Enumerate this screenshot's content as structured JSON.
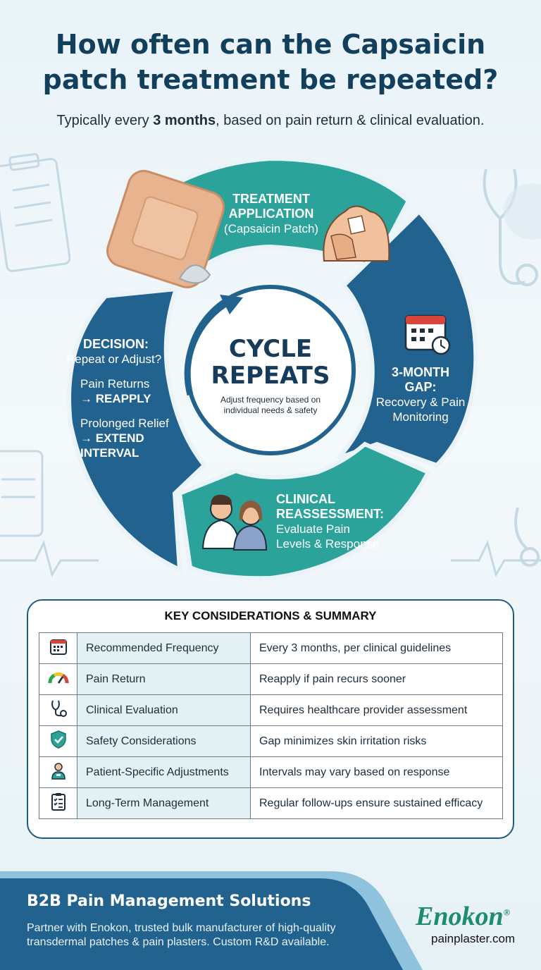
{
  "title_line1": "How often can the Capsaicin",
  "title_line2": "patch treatment be repeated?",
  "subtitle": {
    "prefix": "Typically every ",
    "emphasis": "3 months",
    "suffix": ", based on pain return & clinical evaluation."
  },
  "cycle": {
    "center_title_line1": "CYCLE",
    "center_title_line2": "REPEATS",
    "center_sub_line1": "Adjust frequency based on",
    "center_sub_line2": "individual needs & safety",
    "stages": {
      "application": {
        "title1": "TREATMENT",
        "title2": "APPLICATION",
        "sub": "(Capsaicin Patch)"
      },
      "gap": {
        "title": "3-MONTH GAP:",
        "sub1": "Recovery & Pain",
        "sub2": "Monitoring"
      },
      "reassessment": {
        "title1": "CLINICAL",
        "title2": "REASSESSMENT:",
        "sub1": "Evaluate Pain",
        "sub2": "Levels & Response"
      },
      "decision": {
        "title": "DECISION:",
        "sub": "Repeat or Adjust?",
        "opt1_label": "Pain Returns",
        "opt1_action": "→ REAPPLY",
        "opt2_label": "Prolonged Relief",
        "opt2_action": "→ EXTEND INTERVAL"
      }
    },
    "colors": {
      "teal": "#2ba39b",
      "blue": "#22628f"
    }
  },
  "summary": {
    "title": "KEY CONSIDERATIONS & SUMMARY",
    "rows": [
      {
        "icon": "calendar-icon",
        "label": "Recommended Frequency",
        "value": "Every 3 months, per clinical guidelines"
      },
      {
        "icon": "gauge-icon",
        "label": "Pain Return",
        "value": "Reapply if pain recurs sooner"
      },
      {
        "icon": "stethoscope-icon",
        "label": "Clinical Evaluation",
        "value": "Requires healthcare provider assessment"
      },
      {
        "icon": "shield-check-icon",
        "label": "Safety Considerations",
        "value": "Gap minimizes skin irritation risks"
      },
      {
        "icon": "patient-icon",
        "label": "Patient-Specific Adjustments",
        "value": "Intervals may vary based on response"
      },
      {
        "icon": "checklist-icon",
        "label": "Long-Term Management",
        "value": "Regular follow-ups ensure sustained efficacy"
      }
    ]
  },
  "footer": {
    "heading": "B2B Pain Management Solutions",
    "text": "Partner with Enokon, trusted bulk manufacturer of high-quality transdermal patches & pain plasters. Custom R&D available.",
    "brand": "Enokon",
    "brand_mark": "®",
    "url": "painplaster.com"
  }
}
